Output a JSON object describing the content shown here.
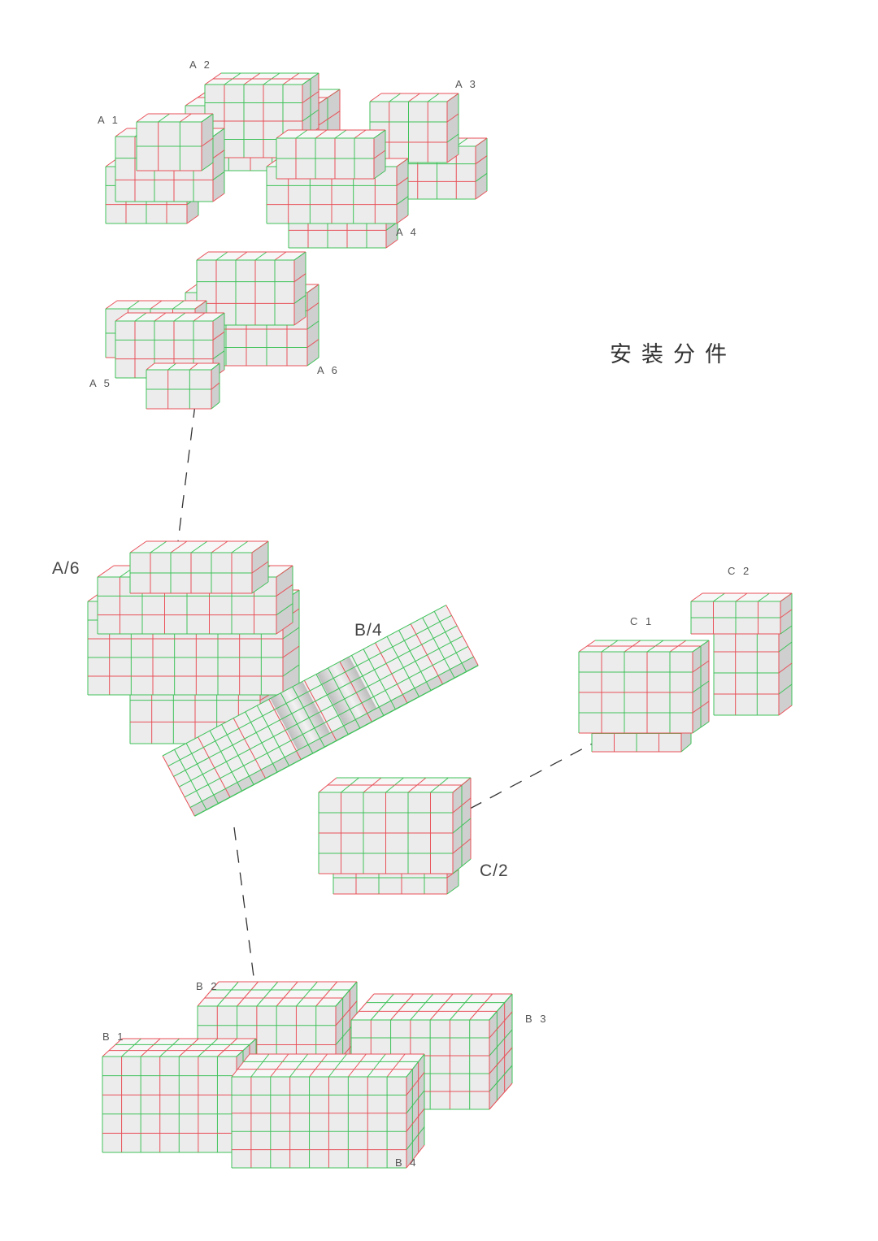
{
  "title": "安装分件",
  "labels": {
    "a1": "A 1",
    "a2": "A 2",
    "a3": "A 3",
    "a4": "A 4",
    "a5": "A 5",
    "a6": "A 6",
    "a6_assembled": "A/6",
    "b4_assembled": "B/4",
    "c2_assembled": "C/2",
    "c1": "C 1",
    "c2": "C 2",
    "b1": "B 1",
    "b2": "B 2",
    "b3": "B 3",
    "b4": "B 4"
  },
  "colors": {
    "grid_red": "#e8525a",
    "grid_green": "#3fc25a",
    "block_front": "#ececec",
    "block_side": "#cfcfcf",
    "block_top": "#f7f7f7"
  }
}
